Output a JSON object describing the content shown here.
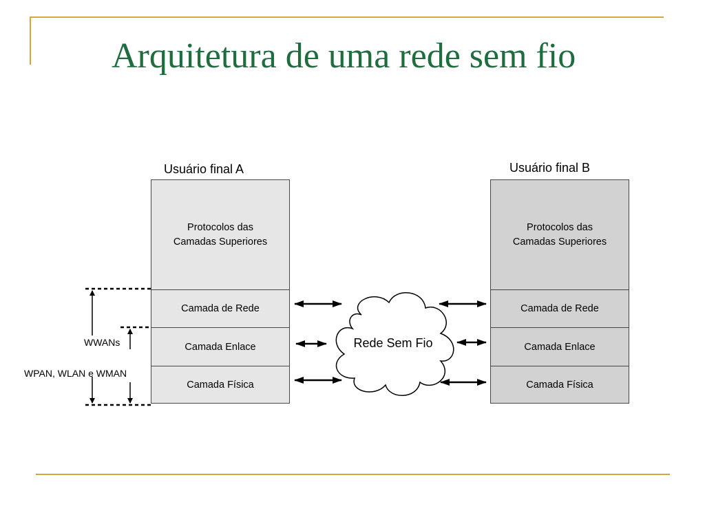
{
  "title": "Arquitetura de uma rede sem fio",
  "accent_colors": {
    "frame": "#d4a53a",
    "title": "#1f6d3e"
  },
  "user_a": {
    "label": "Usuário final A",
    "layers": [
      "Protocolos das\nCamadas Superiores",
      "Camada de Rede",
      "Camada Enlace",
      "Camada Física"
    ]
  },
  "user_b": {
    "label": "Usuário final B",
    "layers": [
      "Protocolos das\nCamadas Superiores",
      "Camada de Rede",
      "Camada Enlace",
      "Camada Física"
    ]
  },
  "cloud": {
    "label": "Rede Sem Fio"
  },
  "scope_labels": {
    "wwans": "WWANs",
    "wpan": "WPAN, WLAN e WMAN"
  }
}
